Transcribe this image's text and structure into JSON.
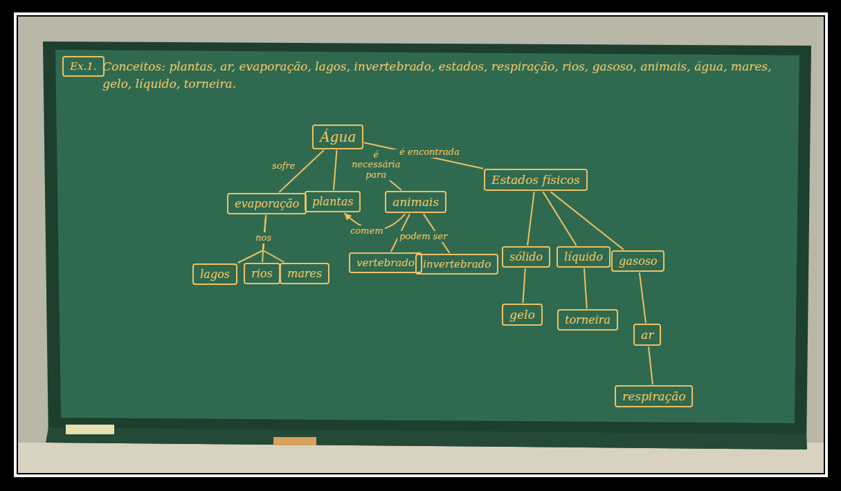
{
  "diagram": {
    "nodes": [
      {
        "text": [
          "Ex.1."
        ]
      },
      {
        "text": [
          "Água"
        ]
      },
      {
        "text": [
          "Estados físicos"
        ]
      },
      {
        "text": [
          "evaporação"
        ]
      },
      {
        "text": [
          "plantas"
        ]
      },
      {
        "text": [
          "animais"
        ]
      },
      {
        "text": [
          "vertebrado"
        ]
      },
      {
        "text": [
          "invertebrado"
        ]
      },
      {
        "text": [
          "sólido"
        ]
      },
      {
        "text": [
          "líquido"
        ]
      },
      {
        "text": [
          "gasoso"
        ]
      },
      {
        "text": [
          "lagos"
        ]
      },
      {
        "text": [
          "rios"
        ]
      },
      {
        "text": [
          "mares"
        ]
      },
      {
        "text": [
          "gelo"
        ]
      },
      {
        "text": [
          "torneira"
        ]
      },
      {
        "text": [
          "ar"
        ]
      },
      {
        "text": [
          "respiração"
        ]
      }
    ],
    "edges": [
      {
        "from": 1,
        "to": 3,
        "label": "sofre",
        "arrow": "none"
      },
      {
        "from": 1,
        "to": 4,
        "arrow": "none"
      },
      {
        "from": 1,
        "to": 5,
        "label": "é necessária para",
        "arrow": "none"
      },
      {
        "from": 1,
        "to": 2,
        "label": "é encontrada",
        "arrow": "none"
      },
      {
        "from": 3,
        "to": 11,
        "arrow": "none"
      },
      {
        "from": 3,
        "to": 12,
        "label": "nos",
        "arrow": "none"
      },
      {
        "from": 3,
        "to": 13,
        "arrow": "none"
      },
      {
        "from": 5,
        "to": 4,
        "label": "comem",
        "arrow": "to"
      },
      {
        "from": 5,
        "to": 6,
        "label": "podem ser",
        "arrow": "none"
      },
      {
        "from": 5,
        "to": 7,
        "arrow": "none"
      },
      {
        "from": 2,
        "to": 8,
        "arrow": "none"
      },
      {
        "from": 2,
        "to": 9,
        "arrow": "none"
      },
      {
        "from": 2,
        "to": 10,
        "arrow": "none"
      },
      {
        "from": 8,
        "to": 14,
        "arrow": "none"
      },
      {
        "from": 9,
        "to": 15,
        "arrow": "none"
      },
      {
        "from": 10,
        "to": 16,
        "arrow": "none"
      },
      {
        "from": 16,
        "to": 17,
        "arrow": "none"
      }
    ],
    "labels": [
      "Conceitos: plantas, ar, evaporação, lagos, invertebrado, estados, respiração, rios, gasoso, animais, água, mares, gelo, líquido, torneira."
    ]
  }
}
